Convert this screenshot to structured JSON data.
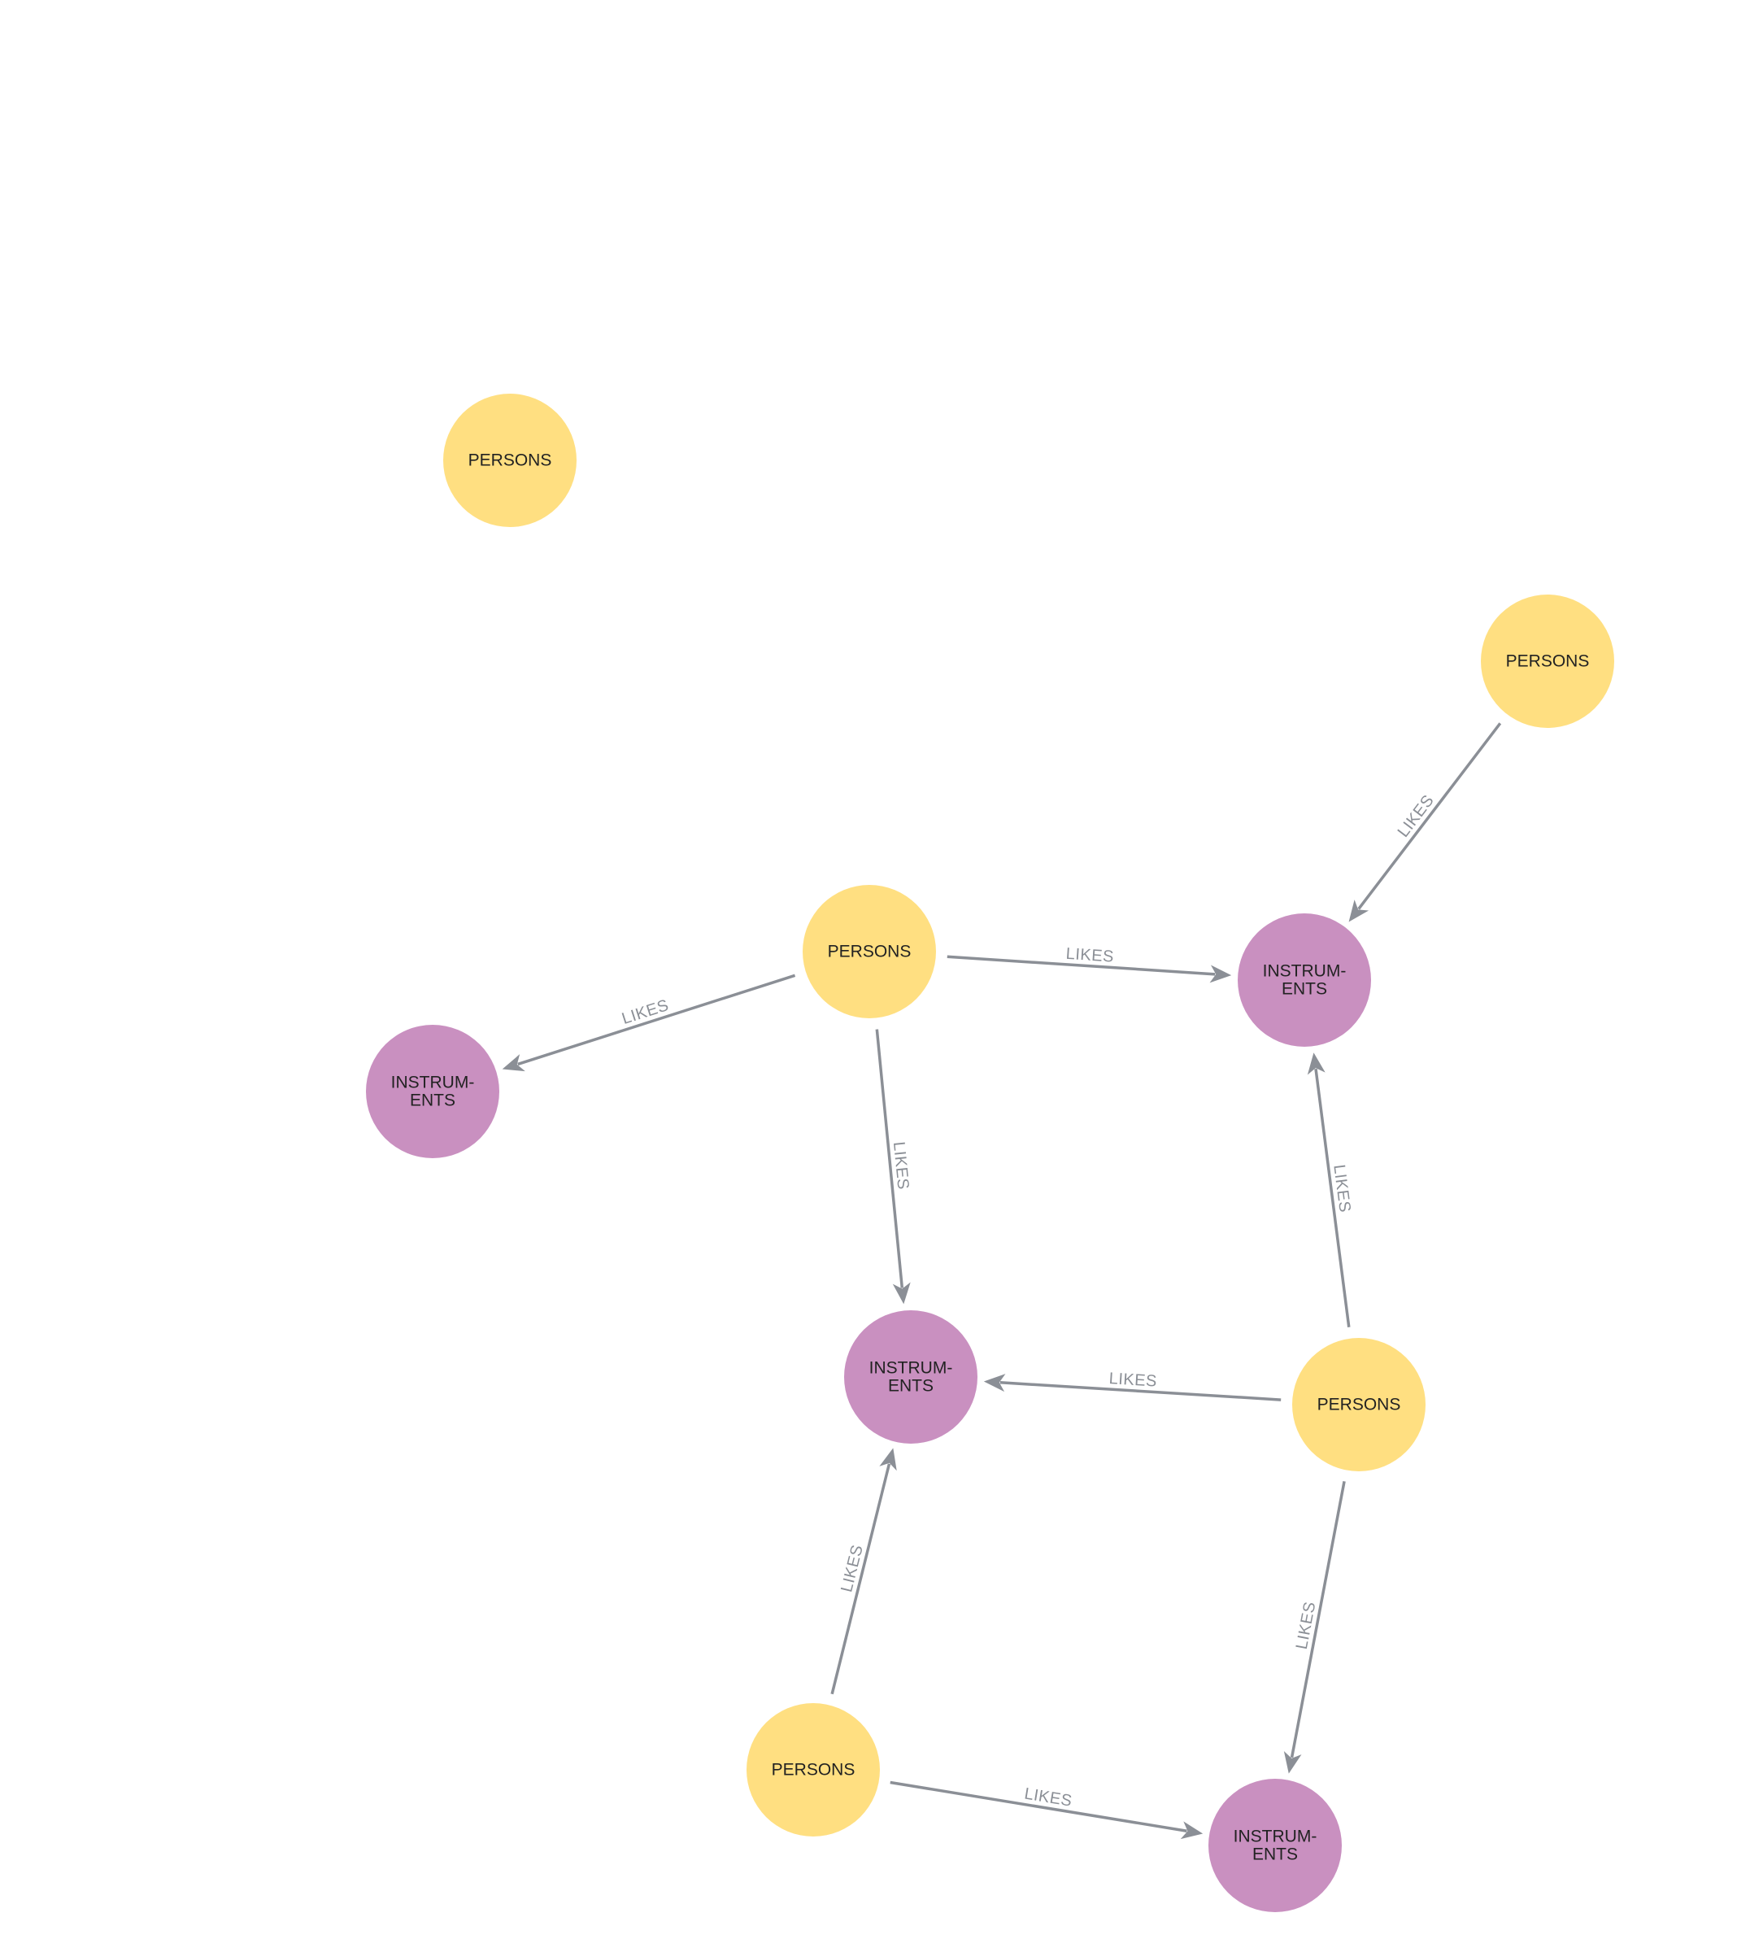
{
  "colors": {
    "persons": "#ffdf81",
    "instruments": "#c990c0",
    "edge": "#8b8f96",
    "label": "#222222"
  },
  "nodes": [
    {
      "id": "p1",
      "type": "persons",
      "label": [
        "PERSONS"
      ]
    },
    {
      "id": "p2",
      "type": "persons",
      "label": [
        "PERSONS"
      ]
    },
    {
      "id": "p3",
      "type": "persons",
      "label": [
        "PERSONS"
      ]
    },
    {
      "id": "p4",
      "type": "persons",
      "label": [
        "PERSONS"
      ]
    },
    {
      "id": "p5",
      "type": "persons",
      "label": [
        "PERSONS"
      ]
    },
    {
      "id": "i1",
      "type": "instruments",
      "label": [
        "INSTRUM-",
        "ENTS"
      ]
    },
    {
      "id": "i2",
      "type": "instruments",
      "label": [
        "INSTRUM-",
        "ENTS"
      ]
    },
    {
      "id": "i3",
      "type": "instruments",
      "label": [
        "INSTRUM-",
        "ENTS"
      ]
    },
    {
      "id": "i4",
      "type": "instruments",
      "label": [
        "INSTRUM-",
        "ENTS"
      ]
    }
  ],
  "edges": [
    {
      "from": "p2",
      "to": "i1",
      "label": "LIKES"
    },
    {
      "from": "p3",
      "to": "i2",
      "label": "LIKES"
    },
    {
      "from": "p3",
      "to": "i1",
      "label": "LIKES"
    },
    {
      "from": "p3",
      "to": "i3",
      "label": "LIKES"
    },
    {
      "from": "p4",
      "to": "i1",
      "label": "LIKES"
    },
    {
      "from": "p4",
      "to": "i3",
      "label": "LIKES"
    },
    {
      "from": "p4",
      "to": "i4",
      "label": "LIKES"
    },
    {
      "from": "p5",
      "to": "i3",
      "label": "LIKES"
    },
    {
      "from": "p5",
      "to": "i4",
      "label": "LIKES"
    }
  ]
}
